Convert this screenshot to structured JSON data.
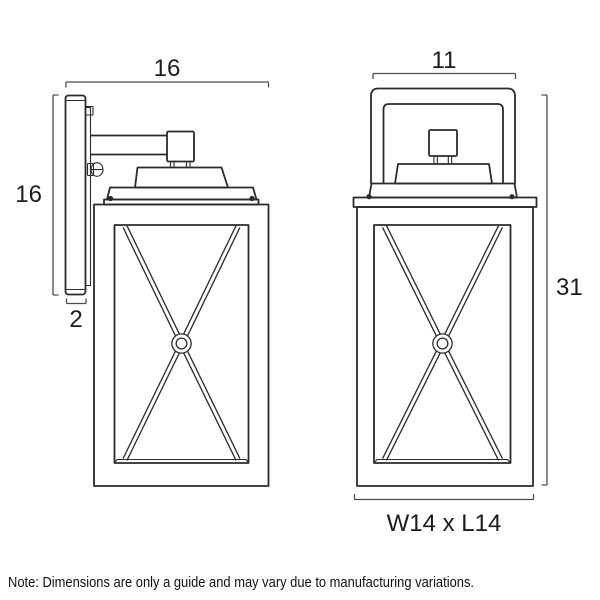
{
  "diagram": {
    "note": "Note: Dimensions are only a guide and may vary due to manufacturing variations.",
    "colors": {
      "line": "#2b2b2b",
      "dimension": "#4d4d4d",
      "background": "#ffffff"
    },
    "side_view": {
      "width": "16",
      "height": "16",
      "plate_depth": "2"
    },
    "front_view": {
      "width": "11",
      "height": "31",
      "base": "W14 x L14"
    }
  }
}
